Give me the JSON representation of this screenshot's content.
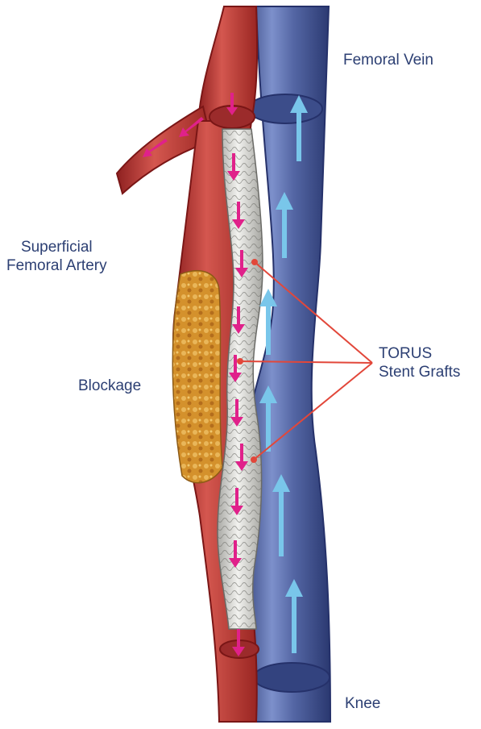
{
  "labels": {
    "vein": "Femoral Vein",
    "sfa_line1": "Superficial",
    "sfa_line2": "Femoral  Artery",
    "blockage": "Blockage",
    "torus_line1": "TORUS",
    "torus_line2": "Stent Grafts",
    "knee": "Knee"
  },
  "colors": {
    "artery": "#b8352f",
    "artery_dark": "#8a1f1f",
    "vein": "#4a5b97",
    "vein_light": "#8ea0d4",
    "stent": "#d9d9d6",
    "blockage": "#d9962e",
    "flow_arrow_artery": "#e0218a",
    "flow_arrow_vein": "#79c6ea",
    "callout_line": "#e2473a",
    "label_text": "#2c3f73"
  },
  "icons": {
    "artery_flow": "down-arrow-icon",
    "vein_flow": "up-arrow-icon"
  }
}
